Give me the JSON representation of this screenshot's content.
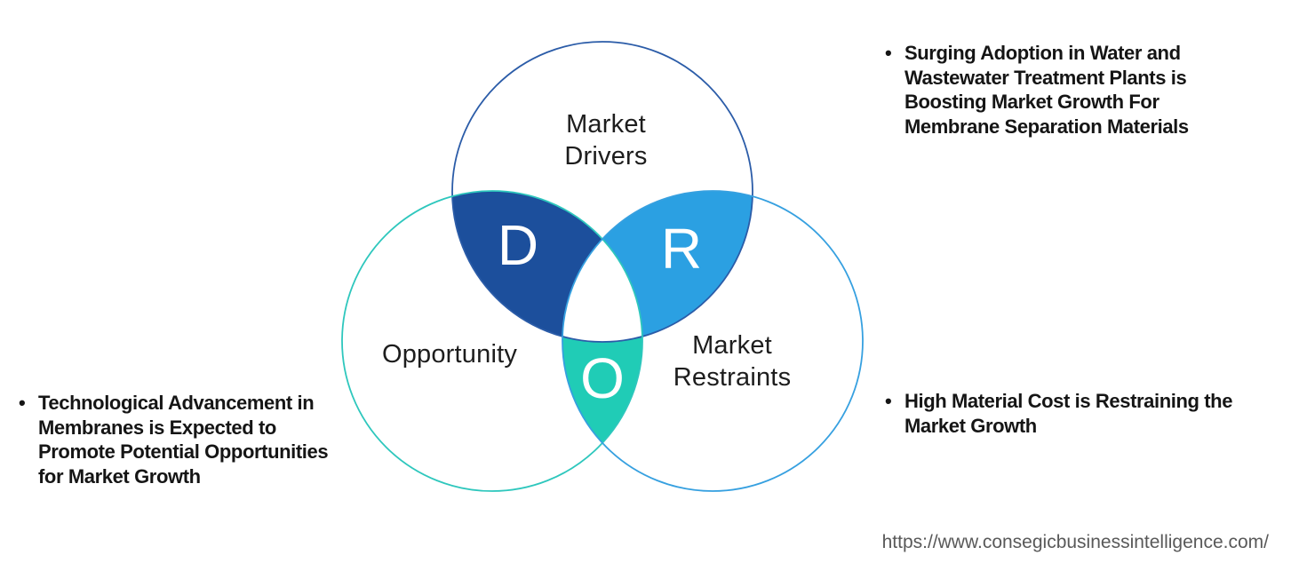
{
  "venn": {
    "drivers": {
      "label": "Market\nDrivers",
      "letter": "D",
      "petal_fill": "#1c4f9c",
      "stroke": "#2b5ca8"
    },
    "restraints": {
      "label": "Market\nRestraints",
      "letter": "R",
      "petal_fill": "#2ba0e2",
      "stroke": "#36a0e0"
    },
    "opportunity": {
      "label": "Opportunity",
      "letter": "O",
      "petal_fill": "#20ccb6",
      "stroke": "#2ec7bd"
    },
    "center_fill": "#ffffff"
  },
  "bullets": {
    "marker": "•",
    "driver_note": "Surging Adoption in Water and\nWastewater Treatment Plants is\nBoosting Market Growth For\nMembrane Separation Materials",
    "opportunity_note": "Technological Advancement in\nMembranes is Expected to\nPromote Potential Opportunities\nfor Market Growth",
    "restraint_note": "High Material Cost is Restraining the\nMarket Growth"
  },
  "footer": {
    "source_url": "https://www.consegicbusinessintelligence.com/"
  }
}
